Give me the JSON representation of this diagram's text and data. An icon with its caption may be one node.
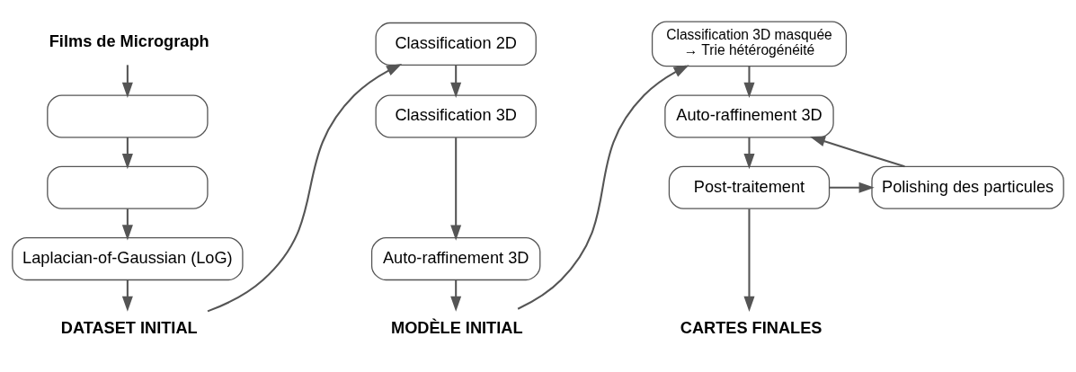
{
  "diagram": {
    "nodes": [
      {
        "text": [
          "Films de Micrograph"
        ]
      },
      {
        "text": [],
        "shape": "box"
      },
      {
        "text": [],
        "shape": "box"
      },
      {
        "text": [
          "Laplacian-of-Gaussian (LoG)"
        ]
      },
      {
        "text": [
          "DATASET INITIAL"
        ]
      },
      {
        "text": [
          "Classification 2D"
        ]
      },
      {
        "text": [
          "Classification 3D"
        ]
      },
      {
        "text": [
          "Auto-raffinement 3D"
        ]
      },
      {
        "text": [
          "MODÈLE INITIAL"
        ]
      },
      {
        "text": [
          "Classification 3D masquée",
          "→ Trie hétérogénéité"
        ]
      },
      {
        "text": [
          "Auto-raffinement 3D"
        ]
      },
      {
        "text": [
          "Post-traitement"
        ]
      },
      {
        "text": [
          "Polishing des particules"
        ]
      },
      {
        "text": [
          "CARTES FINALES"
        ]
      }
    ],
    "edges": [
      {
        "from": 0,
        "to": 1,
        "arrow": "to"
      },
      {
        "from": 1,
        "to": 2,
        "arrow": "to"
      },
      {
        "from": 2,
        "to": 3,
        "arrow": "to"
      },
      {
        "from": 3,
        "to": 4,
        "arrow": "to"
      },
      {
        "from": 4,
        "to": 5,
        "arrow": "to"
      },
      {
        "from": 5,
        "to": 6,
        "arrow": "to"
      },
      {
        "from": 6,
        "to": 7,
        "arrow": "to"
      },
      {
        "from": 7,
        "to": 8,
        "arrow": "to"
      },
      {
        "from": 8,
        "to": 9,
        "arrow": "to"
      },
      {
        "from": 9,
        "to": 10,
        "arrow": "to"
      },
      {
        "from": 10,
        "to": 11,
        "arrow": "to"
      },
      {
        "from": 11,
        "to": 12,
        "arrow": "to"
      },
      {
        "from": 12,
        "to": 10,
        "arrow": "to"
      },
      {
        "from": 11,
        "to": 13,
        "arrow": "to"
      }
    ]
  }
}
